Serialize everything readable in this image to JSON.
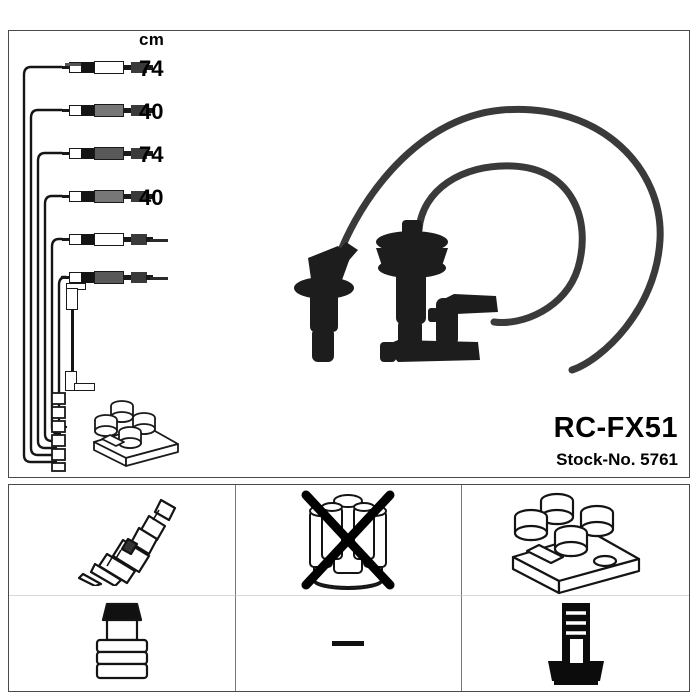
{
  "product": {
    "name": "RC-FX51",
    "stock_label": "Stock-No. 5761"
  },
  "units": {
    "header": "cm"
  },
  "cable_lengths": [
    {
      "index": 1,
      "value": "74",
      "has_value": true
    },
    {
      "index": 2,
      "value": "40",
      "has_value": true
    },
    {
      "index": 3,
      "value": "74",
      "has_value": true
    },
    {
      "index": 4,
      "value": "40",
      "has_value": true
    },
    {
      "index": 5,
      "value": "—",
      "has_value": false
    },
    {
      "index": 6,
      "value": "—",
      "has_value": false
    },
    {
      "index": 7,
      "value": "—",
      "has_value": false
    }
  ],
  "components": {
    "main_assembly": "ignition-cable-set-assembly",
    "coil_thumbnail": "ignition-coil-pack"
  },
  "compatibility_grid": {
    "cells": [
      {
        "position": "top-left",
        "icon": "spark-plug",
        "type": "icon",
        "available": true
      },
      {
        "position": "top-center",
        "icon": "distributor-cap",
        "type": "icon-crossed",
        "available": false
      },
      {
        "position": "top-right",
        "icon": "ignition-coil-pack",
        "type": "icon",
        "available": true
      },
      {
        "position": "bottom-left",
        "icon": "rubber-boot",
        "type": "icon",
        "available": true
      },
      {
        "position": "bottom-center",
        "icon": "dash",
        "type": "dash",
        "available": false,
        "dash": "—"
      },
      {
        "position": "bottom-right",
        "icon": "coil-terminal",
        "type": "icon",
        "available": true
      }
    ]
  },
  "colors": {
    "ink": "#111111",
    "frame": "#4a4a4a",
    "divider": "#777777",
    "background": "#ffffff"
  }
}
